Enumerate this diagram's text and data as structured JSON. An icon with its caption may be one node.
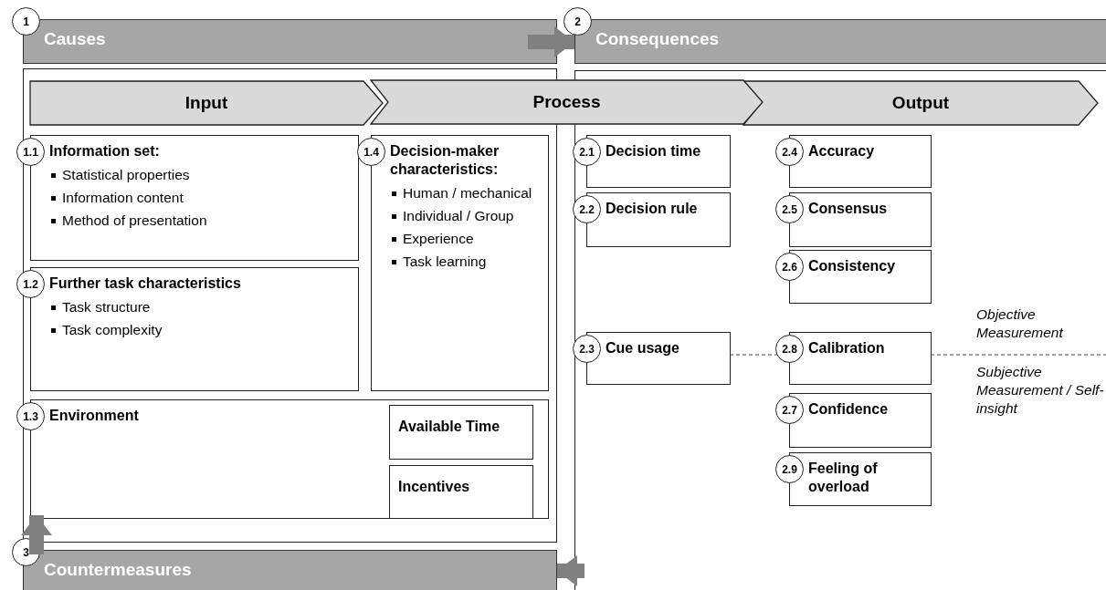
{
  "diagram": {
    "nodes": [
      {
        "text": [
          "1",
          "Causes"
        ]
      },
      {
        "text": [
          "2",
          "Consequences"
        ]
      },
      {
        "text": [
          "3",
          "Countermeasures"
        ]
      },
      {
        "text": [],
        "shape": "box"
      },
      {
        "text": [],
        "shape": "box"
      },
      {
        "text": [
          "Input"
        ],
        "in": 3
      },
      {
        "text": [
          "Process"
        ]
      },
      {
        "text": [
          "Output"
        ],
        "in": 4
      },
      {
        "text": [
          "1.1",
          "Information set:",
          "Statistical properties",
          "Information content",
          "Method of presentation"
        ],
        "in": 3
      },
      {
        "text": [
          "1.4",
          "Decision-maker characteristics:",
          "Human / mechanical",
          "Individual / Group",
          "Experience",
          "Task learning"
        ],
        "in": 3
      },
      {
        "text": [
          "1.2",
          "Further task characteristics",
          "Task structure",
          "Task complexity"
        ],
        "in": 3
      },
      {
        "text": [
          "1.3",
          "Environment"
        ],
        "in": 3
      },
      {
        "text": [
          "Available Time"
        ],
        "in": 11
      },
      {
        "text": [
          "Incentives"
        ],
        "in": 11
      },
      {
        "text": [
          "2.1",
          "Decision time"
        ],
        "in": 4
      },
      {
        "text": [
          "2.2",
          "Decision rule"
        ],
        "in": 4
      },
      {
        "text": [
          "2.4",
          "Accuracy"
        ],
        "in": 4
      },
      {
        "text": [
          "2.5",
          "Consensus"
        ],
        "in": 4
      },
      {
        "text": [
          "2.6",
          "Consistency"
        ],
        "in": 4
      },
      {
        "text": [
          "2.3",
          "Cue usage"
        ],
        "in": 4
      },
      {
        "text": [
          "2.8",
          "Calibration"
        ],
        "in": 4
      },
      {
        "text": [
          "2.7",
          "Confidence"
        ],
        "in": 4
      },
      {
        "text": [
          "2.9",
          "Feeling of overload"
        ],
        "in": 4
      }
    ],
    "edges": [
      {
        "from": 0,
        "to": 1,
        "arrow": "to"
      },
      {
        "from": 4,
        "to": 2,
        "arrow": "to"
      },
      {
        "from": 2,
        "to": 3,
        "arrow": "to"
      },
      {
        "from": 19,
        "to": 20,
        "arrow": "none",
        "style": "dashed"
      },
      {
        "from": 20,
        "to": null,
        "arrow": "none",
        "style": "dashed"
      }
    ],
    "labels": [
      "Objective Measurement",
      "Subjective Measurement / Self-insight"
    ]
  }
}
